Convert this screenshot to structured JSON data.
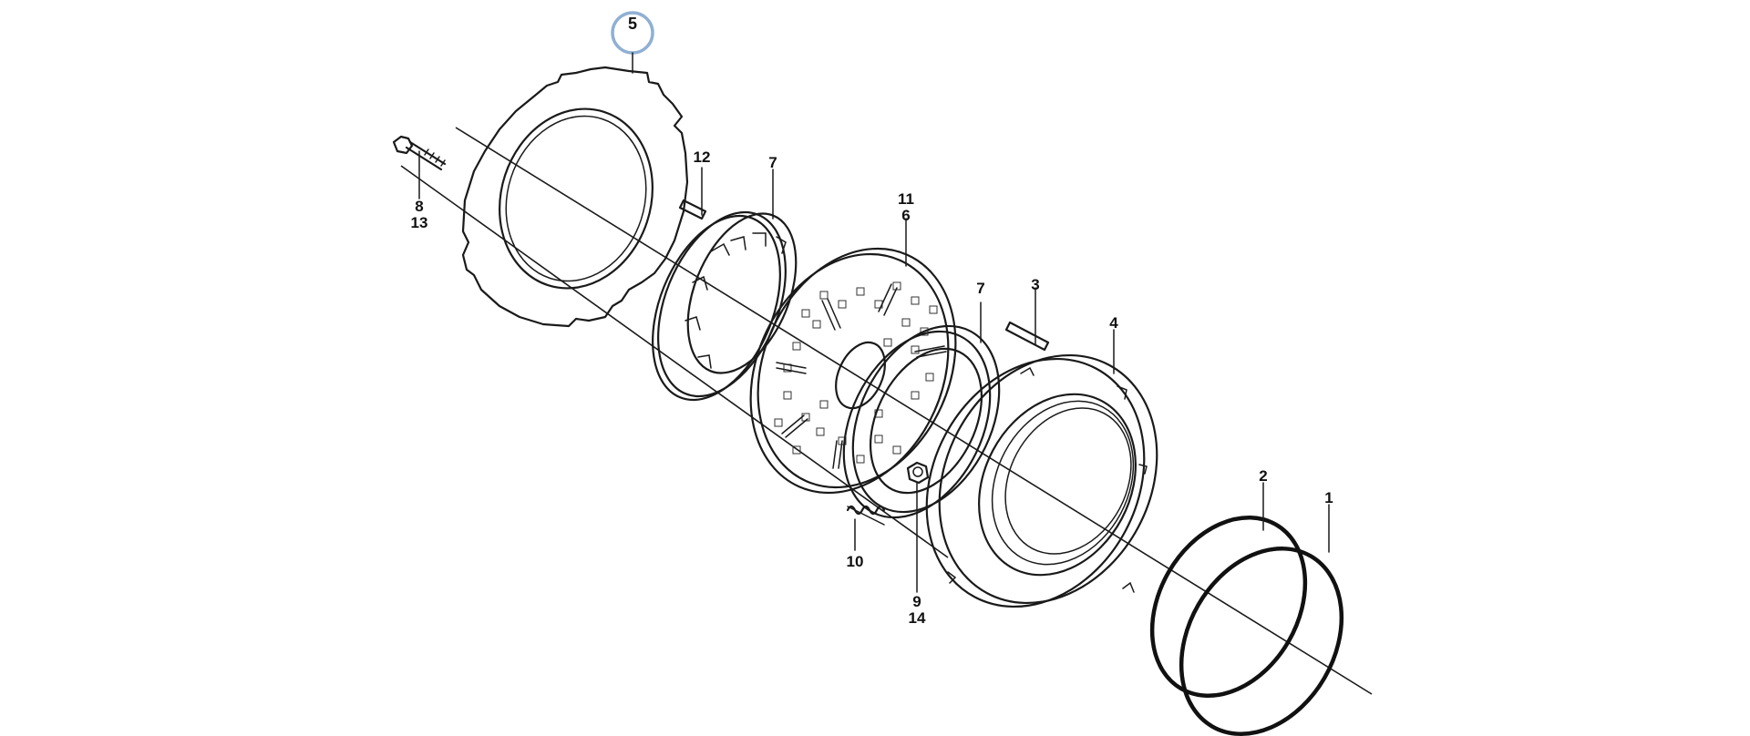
{
  "diagram": {
    "highlighted_callout": "5",
    "callouts": {
      "c1": "1",
      "c2": "2",
      "c3": "3",
      "c4": "4",
      "c5": "5",
      "c6": "6",
      "c7a": "7",
      "c7b": "7",
      "c8": "8",
      "c9": "9",
      "c10": "10",
      "c11": "11",
      "c12": "12",
      "c13": "13",
      "c14": "14"
    },
    "colors": {
      "line": "#1a1a1a",
      "highlight_ring": "#8fb0d3",
      "background": "#ffffff"
    }
  }
}
